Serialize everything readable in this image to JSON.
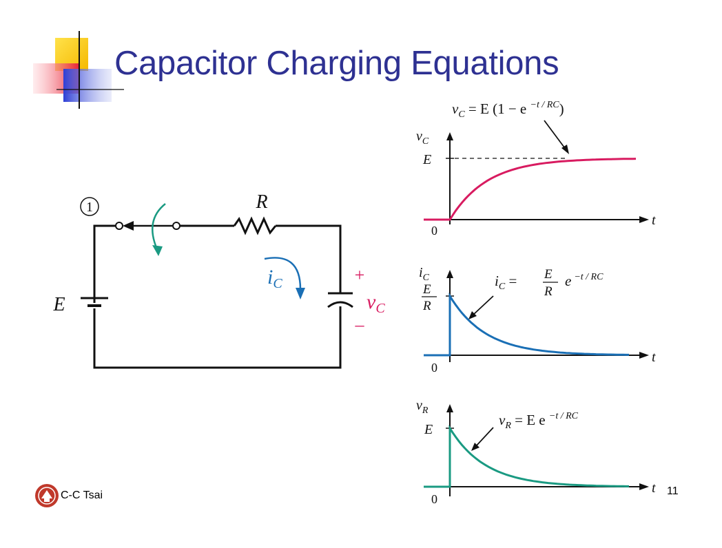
{
  "slide": {
    "title": "Capacitor Charging Equations",
    "author": "C-C Tsai",
    "page_number": "11",
    "colors": {
      "title": "#2e3192",
      "deco_yellow": "#ffd21e",
      "deco_red": "#e8253a",
      "deco_blue": "#2e3fd6",
      "vc_curve": "#d81b60",
      "ic_curve": "#1a6fb5",
      "vr_curve": "#1a9a82"
    }
  },
  "circuit": {
    "node_label": "1",
    "resistor_label": "R",
    "source_label": "E",
    "current_label": "i",
    "current_sub": "C",
    "cap_voltage_label": "v",
    "cap_voltage_sub": "C",
    "plus": "+",
    "minus": "–"
  },
  "graphs": {
    "vc": {
      "equation": "v_C = E (1 − e^(−t/RC))",
      "eq_lhs": "v",
      "eq_lhs_sub": "C",
      "eq_mid": " = E (1 − e ",
      "eq_exp": "−t / RC",
      "eq_close": ")",
      "y_label": "v",
      "y_label_sub": "C",
      "level_label": "E",
      "origin_label": "0",
      "x_label": "t"
    },
    "ic": {
      "eq_lhs": "i",
      "eq_lhs_sub": "C",
      "eq_eq": " = ",
      "frac_num": "E",
      "frac_den": "R",
      "eq_e": "e",
      "eq_exp": "−t / RC",
      "y_label": "i",
      "y_label_sub": "C",
      "level_num": "E",
      "level_den": "R",
      "origin_label": "0",
      "x_label": "t"
    },
    "vr": {
      "eq_lhs": "v",
      "eq_lhs_sub": "R",
      "eq_mid": " = E e ",
      "eq_exp": "−t / RC",
      "y_label": "v",
      "y_label_sub": "R",
      "level_label": "E",
      "origin_label": "0",
      "x_label": "t"
    }
  }
}
